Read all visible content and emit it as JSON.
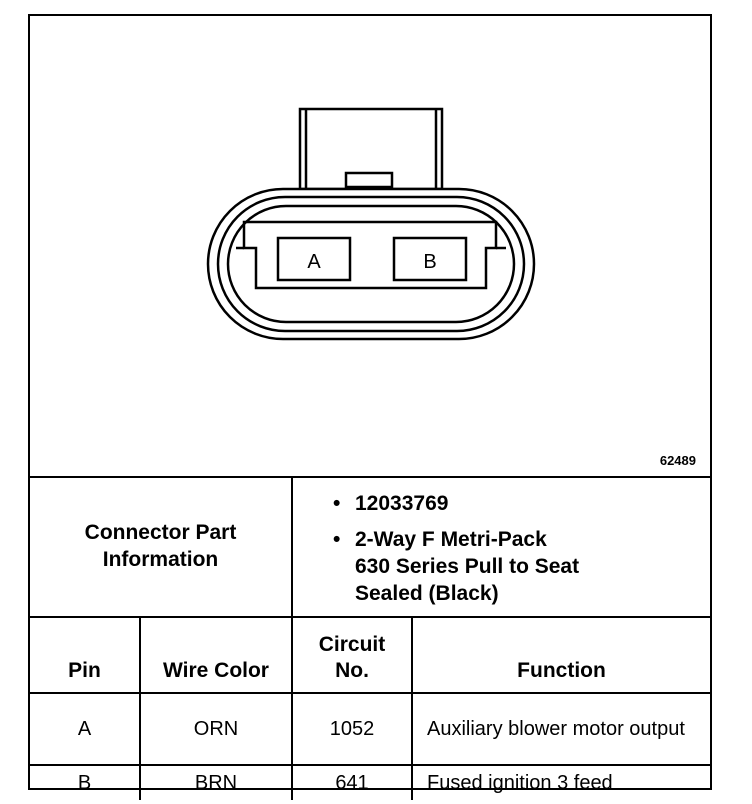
{
  "figure": {
    "id": "62489",
    "terminal_a": "A",
    "terminal_b": "B"
  },
  "connector_info": {
    "label": "Connector Part Information",
    "items": [
      "12033769",
      "2-Way F Metri-Pack\n630 Series Pull to Seat\nSealed (Black)"
    ]
  },
  "table": {
    "headers": [
      "Pin",
      "Wire Color",
      "Circuit\nNo.",
      "Function"
    ],
    "rows": [
      {
        "pin": "A",
        "wire_color": "ORN",
        "circuit": "1052",
        "function": "Auxiliary blower motor output"
      },
      {
        "pin": "B",
        "wire_color": "BRN",
        "circuit": "641",
        "function": "Fused ignition 3 feed"
      }
    ]
  }
}
